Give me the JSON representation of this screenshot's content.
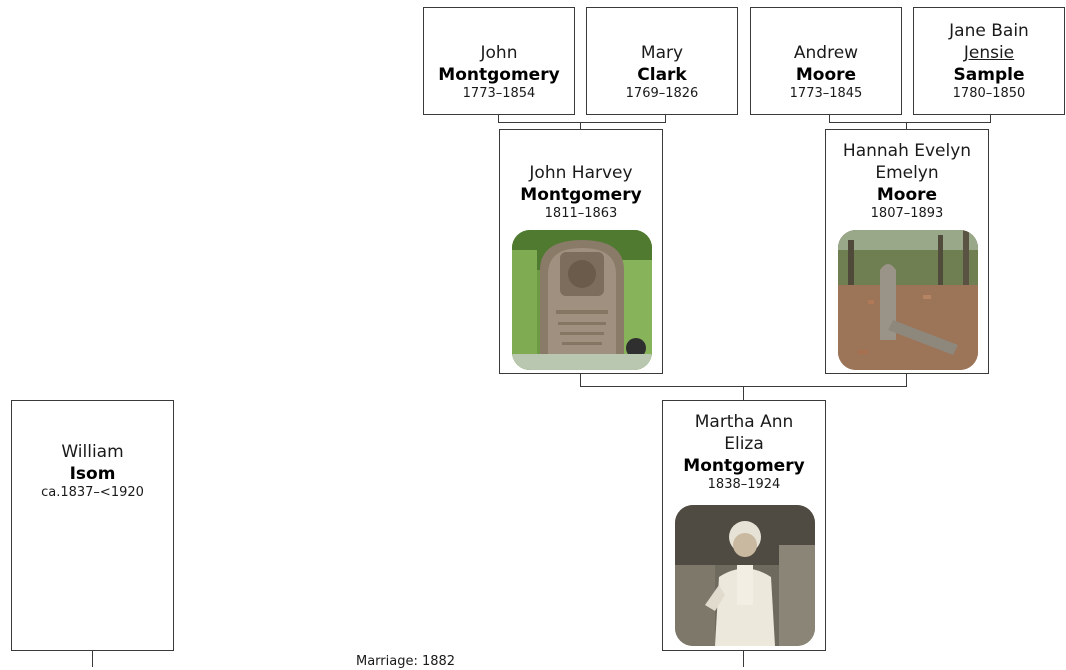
{
  "people": {
    "john_montgomery": {
      "given": "John",
      "surname": "Montgomery",
      "dates": "1773–1854"
    },
    "mary_clark": {
      "given": "Mary",
      "surname": "Clark",
      "dates": "1769–1826"
    },
    "andrew_moore": {
      "given": "Andrew",
      "surname": "Moore",
      "dates": "1773–1845"
    },
    "jane_sample": {
      "given_1": "Jane Bain",
      "given_2": "Jensie",
      "surname": "Sample",
      "dates": "1780–1850"
    },
    "john_harvey_montgomery": {
      "given": "John Harvey",
      "surname": "Montgomery",
      "dates": "1811–1863",
      "photo": "gravestone"
    },
    "hannah_moore": {
      "given_1": "Hannah Evelyn",
      "given_2": "Emelyn",
      "surname": "Moore",
      "dates": "1807–1893",
      "photo": "gravestone"
    },
    "martha_montgomery": {
      "given_1": "Martha Ann",
      "given_2": "Eliza",
      "surname": "Montgomery",
      "dates": "1838–1924",
      "photo": "portrait"
    },
    "william_isom": {
      "given": "William",
      "surname": "Isom",
      "dates": "ca.1837–<1920"
    }
  },
  "marriage": {
    "label": "Marriage: 1882"
  },
  "colors": {
    "line": "#3a3a3a",
    "border": "#3a3a3a",
    "background": "#ffffff"
  }
}
